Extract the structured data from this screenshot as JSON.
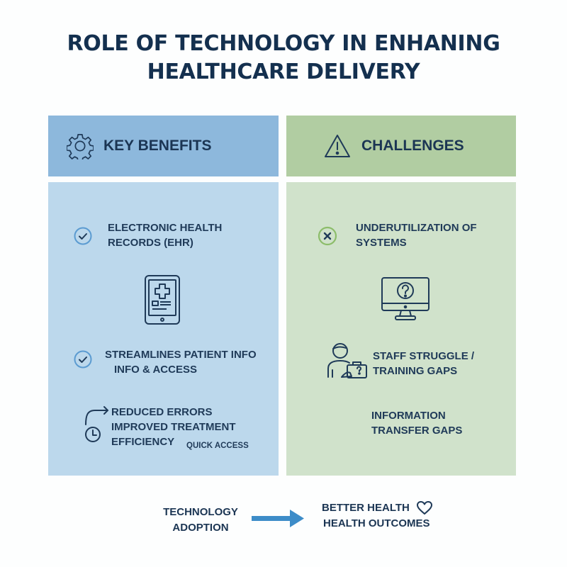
{
  "title": {
    "line1": "ROLE OF TECHNOLOGY IN ENHANING",
    "line2": "HEALTHCARE DELIVERY"
  },
  "benefits": {
    "header": "KEY BENEFITS",
    "header_icon": "gear-icon",
    "color_header": "#8db8dc",
    "color_panel": "#bcd8ec",
    "items": [
      {
        "icon": "check-circle-icon",
        "line1": "ELECTRONIC HEALTH",
        "line2": "RECORDS (EHR)"
      },
      {
        "icon": "check-circle-icon",
        "line1": "STREAMLINES PATIENT INFO",
        "line2": "INFO & ACCESS"
      },
      {
        "icon": "clock-arrow-icon",
        "line1": "REDUCED ERRORS",
        "line2": "IMPROVED TREATMENT",
        "line3": "EFFICIENCY",
        "note": "QUICK ACCESS"
      }
    ],
    "illustration": "tablet-medical-record-icon"
  },
  "challenges": {
    "header": "CHALLENGES",
    "header_icon": "warning-triangle-icon",
    "color_header": "#b1cda2",
    "color_panel": "#d0e2cb",
    "items": [
      {
        "icon": "x-circle-icon",
        "line1": "UNDERUTILIZATION OF",
        "line2": "SYSTEMS"
      },
      {
        "icon": "staff-briefcase-icon",
        "line1": "STAFF STRUGGLE /",
        "line2": "TRAINING GAPS"
      },
      {
        "icon": null,
        "line1": "INFORMATION",
        "line2": "TRANSFER GAPS"
      }
    ],
    "illustration": "monitor-question-icon"
  },
  "flow": {
    "from_line1": "TECHNOLOGY",
    "from_line2": "ADOPTION",
    "arrow_color": "#3d8cc8",
    "to_line1": "BETTER HEALTH",
    "to_line2": "HEALTH OUTCOMES",
    "to_icon": "heart-icon"
  }
}
